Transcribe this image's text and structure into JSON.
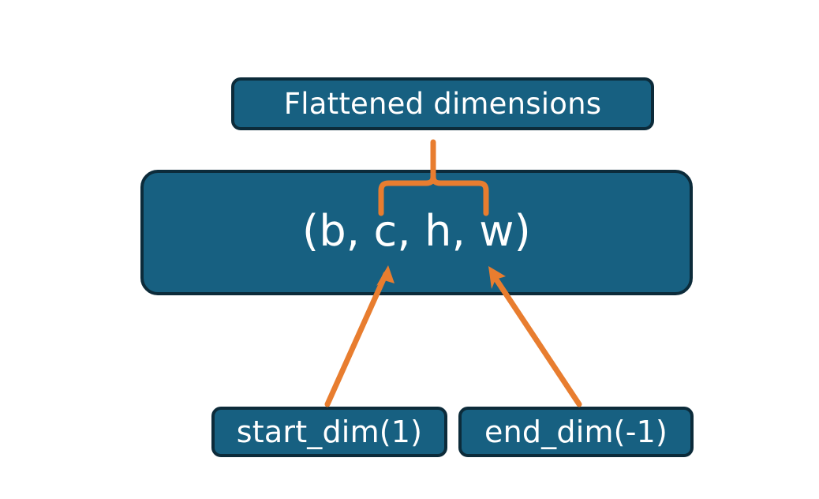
{
  "diagram": {
    "title_node": {
      "label": "Flattened dimensions",
      "name": "flattened-dimensions-box"
    },
    "tensor_node": {
      "label": "(b, c, h, w)",
      "name": "tensor-shape-box",
      "dims": [
        "b",
        "c",
        "h",
        "w"
      ]
    },
    "param_nodes": [
      {
        "label": "start_dim(1)",
        "name": "start-dim-box"
      },
      {
        "label": "end_dim(-1)",
        "name": "end-dim-box"
      }
    ],
    "annotations": {
      "brace": "curly-brace-spanning-c-to-w",
      "arrow_left": "arrow-start-dim-to-c",
      "arrow_right": "arrow-end-dim-to-w"
    },
    "colors": {
      "box_fill": "#176081",
      "box_border": "#0c2b3a",
      "box_text": "#ffffff",
      "accent": "#e87d2f",
      "background": "#ffffff"
    }
  }
}
